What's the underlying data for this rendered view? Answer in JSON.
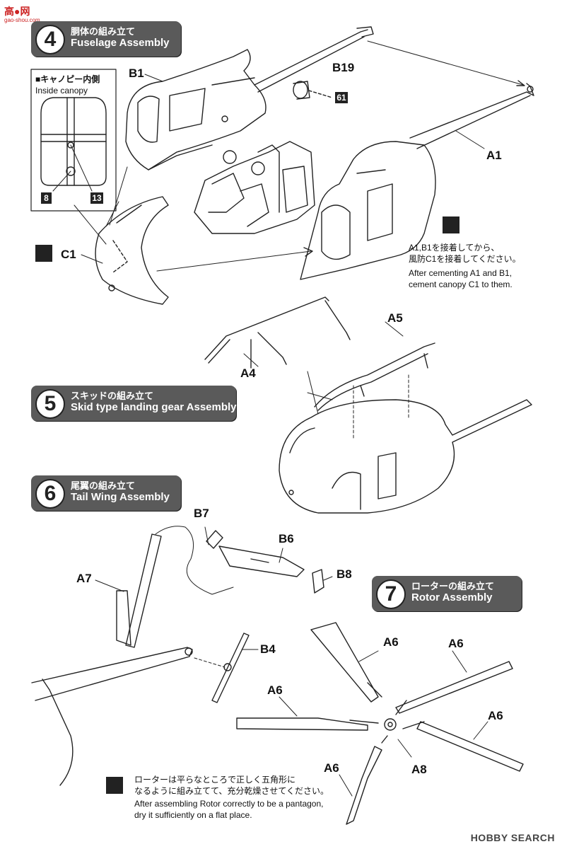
{
  "watermark_top": {
    "brand": "高●网",
    "url": "gao-shou.com"
  },
  "watermark_bottom": "HOBBY SEARCH",
  "steps": [
    {
      "num": "4",
      "jp": "胴体の組み立て",
      "en": "Fuselage Assembly"
    },
    {
      "num": "5",
      "jp": "スキッドの組み立て",
      "en": "Skid type landing gear Assembly"
    },
    {
      "num": "6",
      "jp": "尾翼の組み立て",
      "en": "Tail Wing Assembly"
    },
    {
      "num": "7",
      "jp": "ローターの組み立て",
      "en": "Rotor Assembly"
    }
  ],
  "inset": {
    "jp": "■キャノピー内側",
    "en": "Inside canopy",
    "decal_left": "8",
    "decal_right": "13"
  },
  "parts": {
    "b1": "B1",
    "b19": "B19",
    "decal_61": "61",
    "a1": "A1",
    "c1": "C1",
    "a4": "A4",
    "a5": "A5",
    "b7": "B7",
    "b6": "B6",
    "b8": "B8",
    "a7": "A7",
    "b4": "B4",
    "a6": "A6",
    "a8": "A8"
  },
  "notes": {
    "glue_canopy": {
      "jp1": "A1,B1を接着してから、",
      "jp2": "風防C1を接着してください。",
      "en1": "After cementing A1 and B1,",
      "en2": "cement canopy  C1 to them."
    },
    "rotor": {
      "jp1": "ローターは平らなところで正しく五角形に",
      "jp2": "なるように組み立てて、充分乾燥させてください。",
      "en1": "After assembling Rotor correctly to be a pantagon,",
      "en2": "dry it sufficiently on a flat place."
    }
  }
}
